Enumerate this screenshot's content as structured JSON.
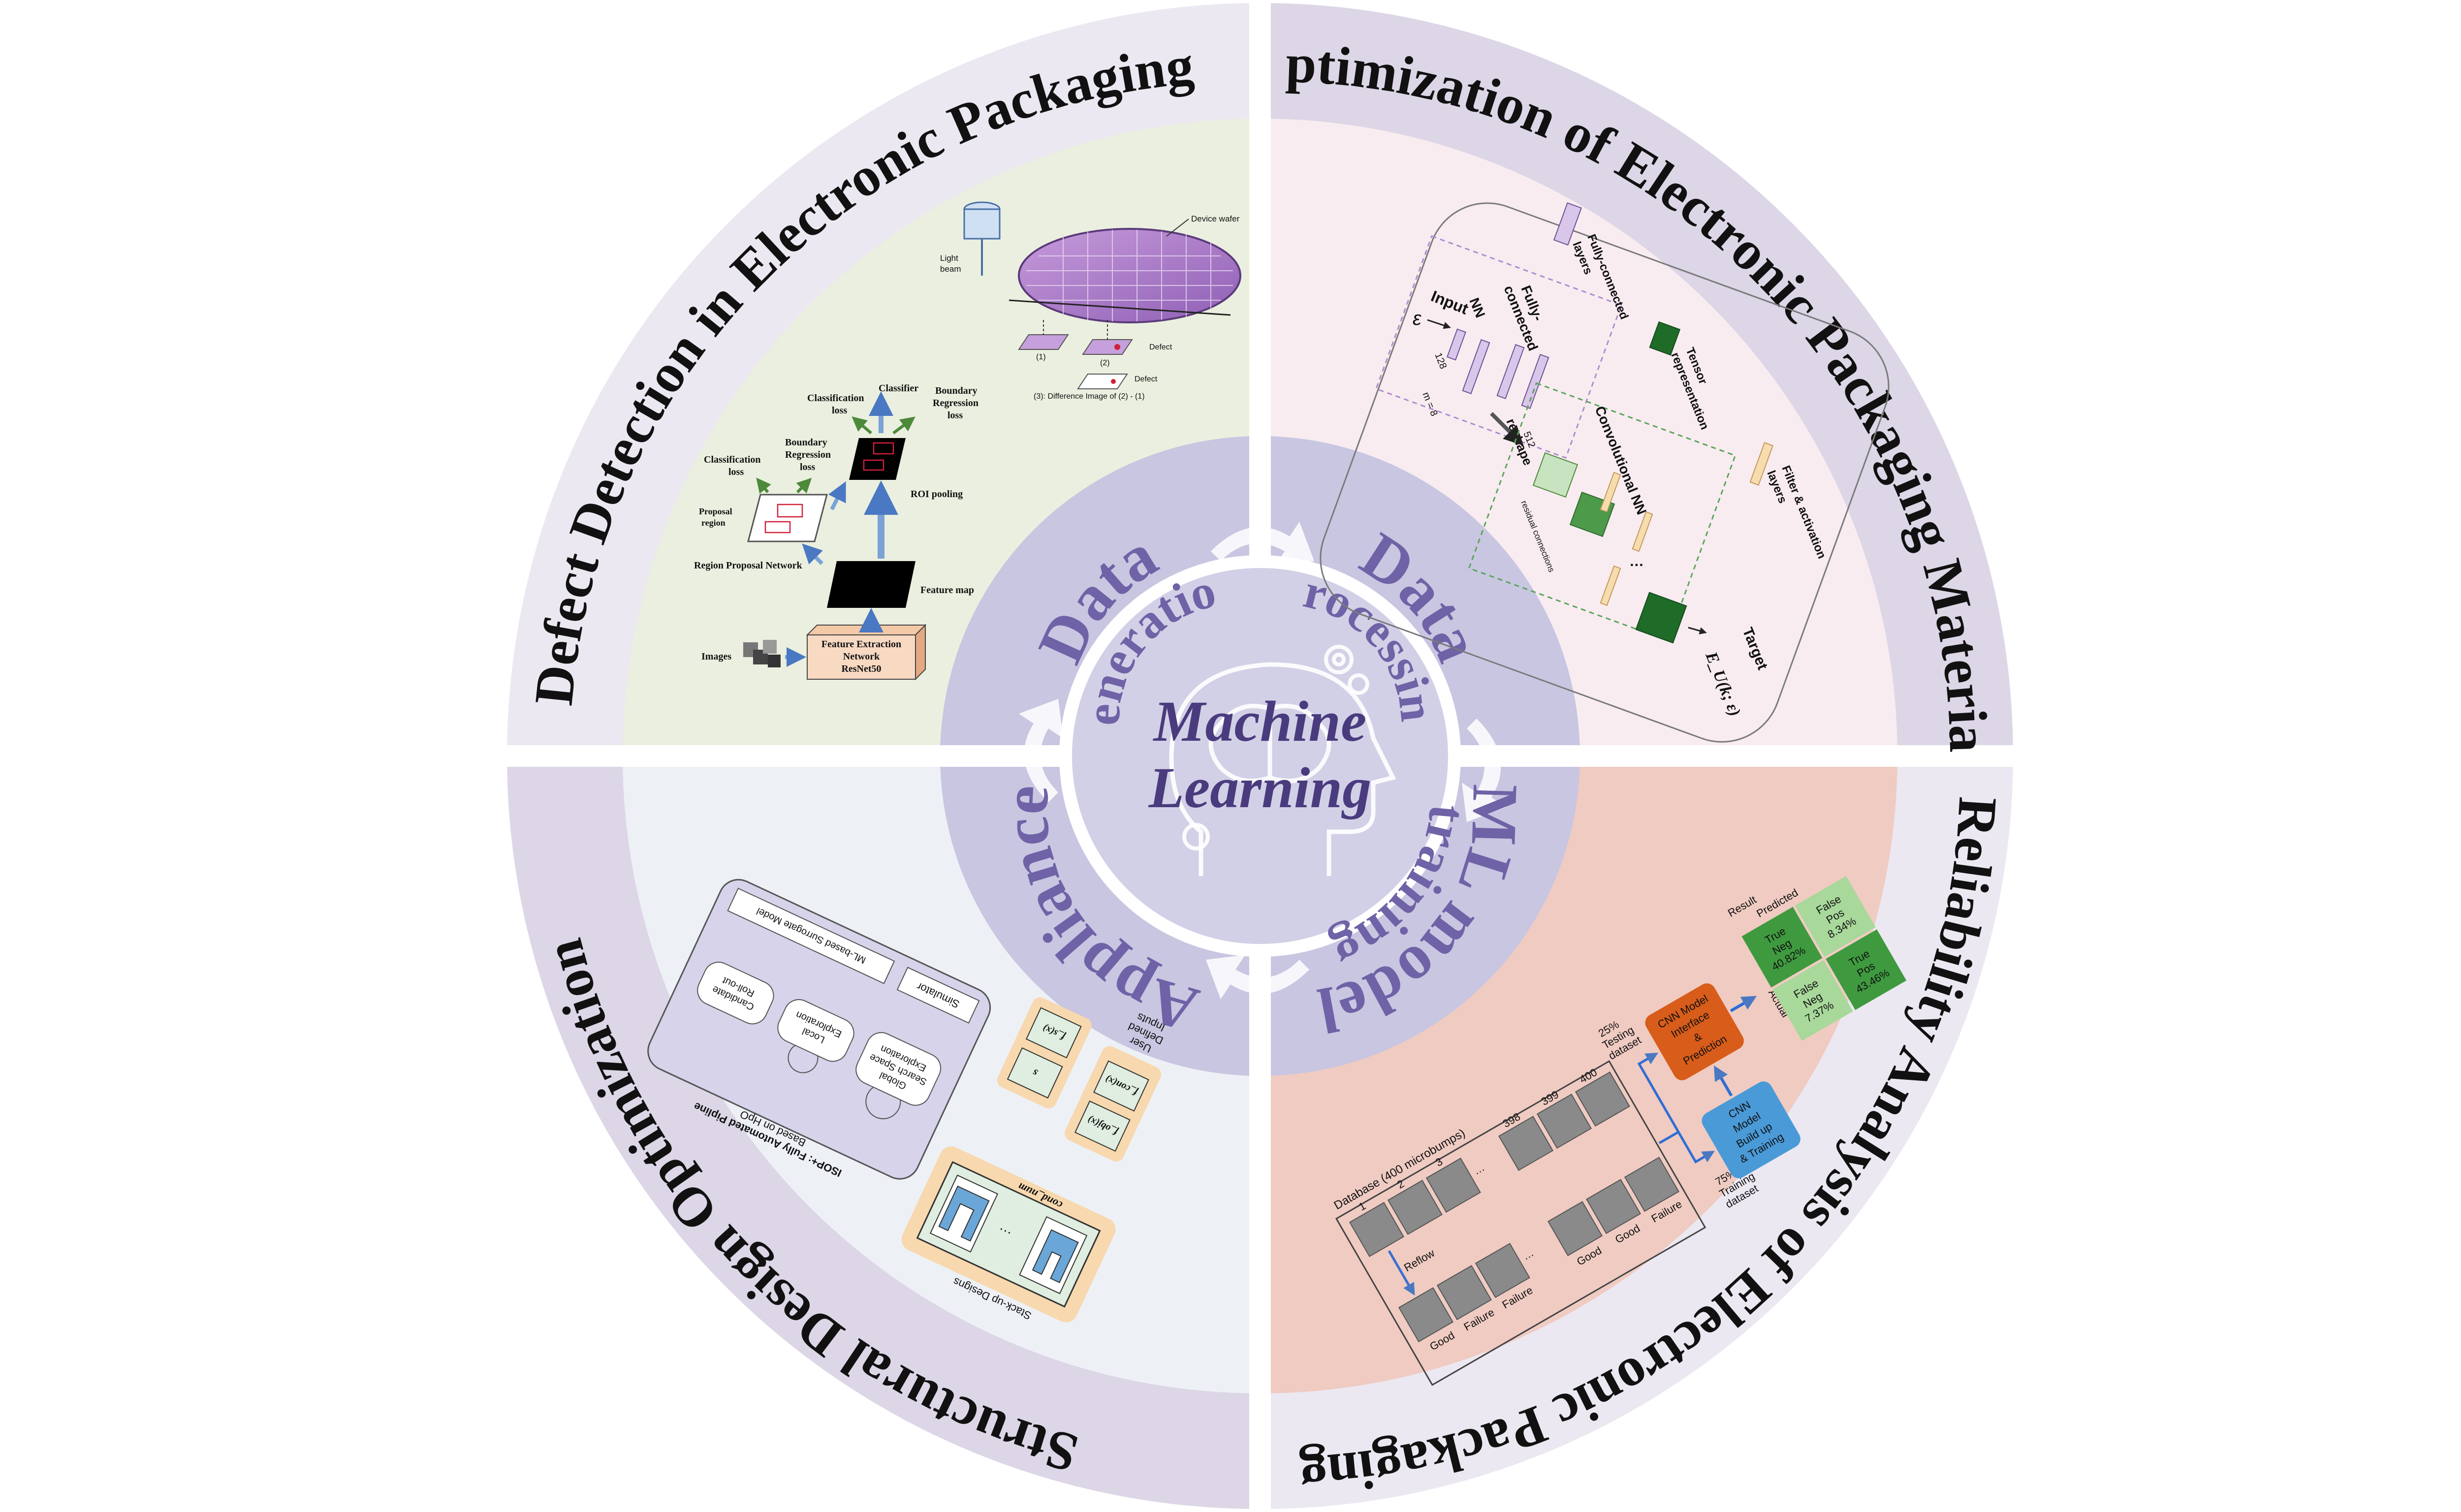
{
  "center": {
    "line1": "Machine",
    "line2": "Learning"
  },
  "quadrants": {
    "defect": {
      "title": "Defect Detection in Electronic Packaging"
    },
    "optimization": {
      "title": "Optimization of Electronic Packaging Materials"
    },
    "reliability": {
      "title": "Reliability Analysis of Electronic Packaging"
    },
    "structural": {
      "title": "Structural Design Optimization"
    }
  },
  "stages": {
    "data_generation": {
      "line1": "Data",
      "line2": "generation"
    },
    "data_processing": {
      "line1": "Data",
      "line2": "processing"
    },
    "ml_training": {
      "line1": "ML model",
      "line2": "training"
    },
    "appliance": {
      "line1": "Appliance"
    }
  },
  "defect_panel": {
    "device_wafer": "Device wafer",
    "light_beam_1": "Light",
    "light_beam_2": "beam",
    "defect_1": "Defect",
    "defect_2": "Defect",
    "img1": "(1)",
    "img2": "(2)",
    "difference": "(3): Difference Image of (2) - (1)",
    "classifier": "Classifier",
    "cls_loss_top_1": "Classification",
    "cls_loss_top_2": "loss",
    "bbox_loss_top_1": "Boundary",
    "bbox_loss_top_2": "Regression",
    "bbox_loss_top_3": "loss",
    "cls_loss_left_1": "Classification",
    "cls_loss_left_2": "loss",
    "bbox_loss_left_1": "Boundary",
    "bbox_loss_left_2": "Regression",
    "bbox_loss_left_3": "loss",
    "roi_pooling": "ROI pooling",
    "proposal_region_1": "Proposal",
    "proposal_region_2": "region",
    "rpn": "Region Proposal Network",
    "feature_map": "Feature map",
    "images": "Images",
    "fe_1": "Feature Extraction",
    "fe_2": "Network",
    "fe_3": "ResNet50"
  },
  "opt_panel": {
    "input": "Input",
    "fc_nn_1": "Fully-",
    "fc_nn_2": "connected",
    "fc_nn_3": "NN",
    "epsilon": "ε",
    "n128": "128",
    "n512": "512",
    "m8": "m = 8",
    "reshape": "reshape",
    "conv_nn": "Convolutional NN",
    "residual": "residual connections",
    "target": "Target",
    "energy": "E_U(k; ε)",
    "legend_fc_1": "Fully-connected",
    "legend_fc_2": "layers",
    "legend_tensor_1": "Tensor",
    "legend_tensor_2": "representation",
    "legend_filter_1": "Filter & activation",
    "legend_filter_2": "layers"
  },
  "rel_panel": {
    "database": "Database (400 microbumps)",
    "n1": "1",
    "n2": "2",
    "n3": "3",
    "n398": "398",
    "n399": "399",
    "n400": "400",
    "reflow": "Reflow",
    "good1": "Good",
    "failure1": "Failure",
    "failure2": "Failure",
    "good2": "Good",
    "good3": "Good",
    "failure3": "Failure",
    "testing_1": "25%",
    "testing_2": "Testing",
    "testing_3": "dataset",
    "training_1": "75%",
    "training_2": "Training",
    "training_3": "dataset",
    "cnn_interface_1": "CNN Model",
    "cnn_interface_2": "Interface",
    "cnn_interface_3": "&",
    "cnn_interface_4": "Prediction",
    "cnn_build_1": "CNN",
    "cnn_build_2": "Model",
    "cnn_build_3": "Build up",
    "cnn_build_4": "& Training",
    "result": "Result",
    "predicted": "Predicted",
    "actual": "Actual",
    "true_neg_1": "True",
    "true_neg_2": "Neg",
    "true_neg_3": "40.82%",
    "false_pos_1": "False",
    "false_pos_2": "Pos",
    "false_pos_3": "8.34%",
    "false_neg_1": "False",
    "false_neg_2": "Neg",
    "false_neg_3": "7.37%",
    "true_pos_1": "True",
    "true_pos_2": "Pos",
    "true_pos_3": "43.46%"
  },
  "struct_panel": {
    "stackup": "Stack-up Designs",
    "cond_num": "cond_num",
    "isop_1": "ISOP+: Fully Automated Pipline",
    "isop_2": "Based on HpO",
    "simulator": "Simulator",
    "surrogate": "ML-based Surrogate Model",
    "candidate_1": "Candidate",
    "candidate_2": "Roll-out",
    "local_1": "Local",
    "local_2": "Exploration",
    "global_1": "Global",
    "global_2": "Search Space",
    "global_3": "Exploration",
    "user_1": "User",
    "user_2": "Defined",
    "user_3": "Inputs",
    "s_label": "s",
    "f_obj": "f_obj(x)",
    "f_con": "f_con(x)",
    "f_sel": "f_s(x)"
  }
}
